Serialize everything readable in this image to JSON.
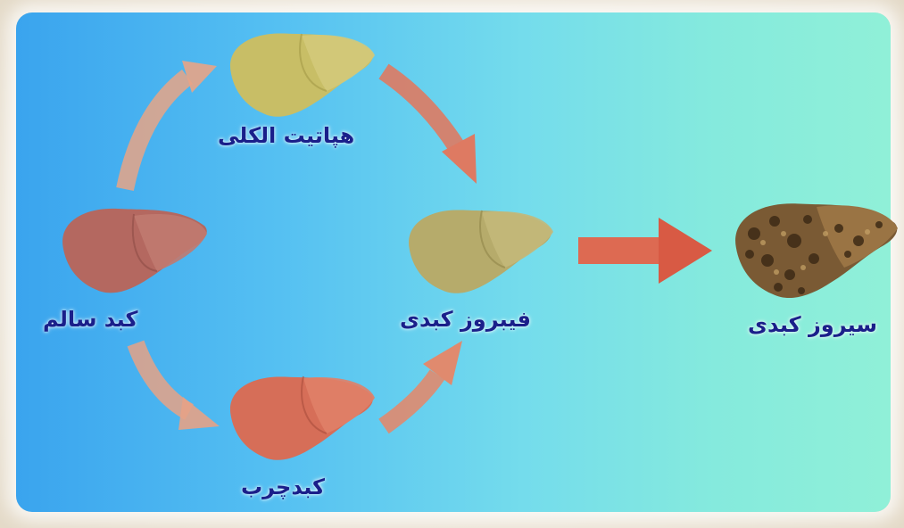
{
  "colors": {
    "label_text": "#1a1f8a",
    "healthy_liver": "#b76a60",
    "hepatitis_liver": "#c9c067",
    "fibrosis_liver": "#b9ae6d",
    "fatty_liver": "#d8705a",
    "cirrhosis_liver": "#7a5a34",
    "arrow": "#e2705a"
  },
  "nodes": {
    "healthy": {
      "label": "كبد سالم"
    },
    "hepatitis": {
      "label": "هپاتيت الكلى"
    },
    "fibrosis": {
      "label": "فيبروز كبدى"
    },
    "fatty": {
      "label": "كبدچرب"
    },
    "cirrhosis": {
      "label": "سيروز كبدى"
    }
  },
  "edges": [
    {
      "from": "healthy",
      "to": "hepatitis"
    },
    {
      "from": "hepatitis",
      "to": "fibrosis"
    },
    {
      "from": "healthy",
      "to": "fatty"
    },
    {
      "from": "fatty",
      "to": "fibrosis"
    },
    {
      "from": "fibrosis",
      "to": "cirrhosis"
    }
  ]
}
